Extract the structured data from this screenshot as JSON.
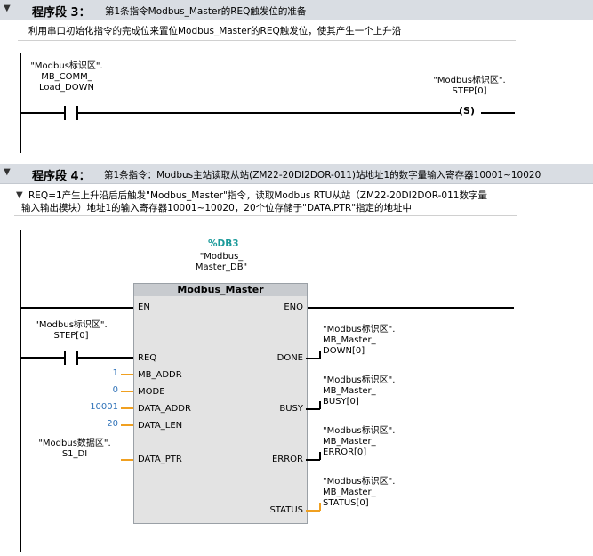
{
  "segment3": {
    "expand_icon": "triangle-down-icon",
    "title": "程序段 3：",
    "desc": "第1条指令Modbus_Master的REQ触发位的准备",
    "comment": "利用串口初始化指令的完成位来置位Modbus_Master的REQ触发位，使其产生一个上升沿",
    "contact_label": "\"Modbus标识区\".\nMB_COMM_\nLoad_DOWN",
    "coil_label": "\"Modbus标识区\".\nSTEP[0]",
    "coil_symbol": "S"
  },
  "segment4": {
    "expand_icon": "triangle-down-icon",
    "title": "程序段 4：",
    "desc": "第1条指令：Modbus主站读取从站(ZM22-20DI2DOR-011)站地址1的数字量输入寄存器10001~10020",
    "comment_line1": "REQ=1产生上升沿后后触发\"Modbus_Master\"指令，读取Modbus RTU从站（ZM22-20DI2DOR-011数字量",
    "comment_line2": "输入输出模块）地址1的输入寄存器10001~10020，20个位存储于\"DATA.PTR\"指定的地址中",
    "db_name": "%DB3",
    "db_label": "\"Modbus_\nMaster_DB\"",
    "block_title": "Modbus_Master",
    "req_contact_label": "\"Modbus标识区\".\nSTEP[0]",
    "pins_left": [
      "EN",
      "REQ",
      "MB_ADDR",
      "MODE",
      "DATA_ADDR",
      "DATA_LEN",
      "DATA_PTR"
    ],
    "pins_right": [
      "ENO",
      "DONE",
      "BUSY",
      "ERROR",
      "STATUS"
    ],
    "values": {
      "mb_addr": "1",
      "mode": "0",
      "data_addr": "10001",
      "data_len": "20"
    },
    "data_ptr_label": "\"Modbus数据区\".\nS1_DI",
    "outputs": {
      "done": "\"Modbus标识区\".\nMB_Master_\nDOWN[0]",
      "busy": "\"Modbus标识区\".\nMB_Master_\nBUSY[0]",
      "error": "\"Modbus标识区\".\nMB_Master_\nERROR[0]",
      "status": "\"Modbus标识区\".\nMB_Master_\nSTATUS[0]"
    }
  },
  "colors": {
    "header_bg": "#d9dde3",
    "block_bg": "#e3e3e3",
    "value_blue": "#2f72b8",
    "db_teal": "#1a9a9a",
    "wire_orange": "#f0a020"
  }
}
